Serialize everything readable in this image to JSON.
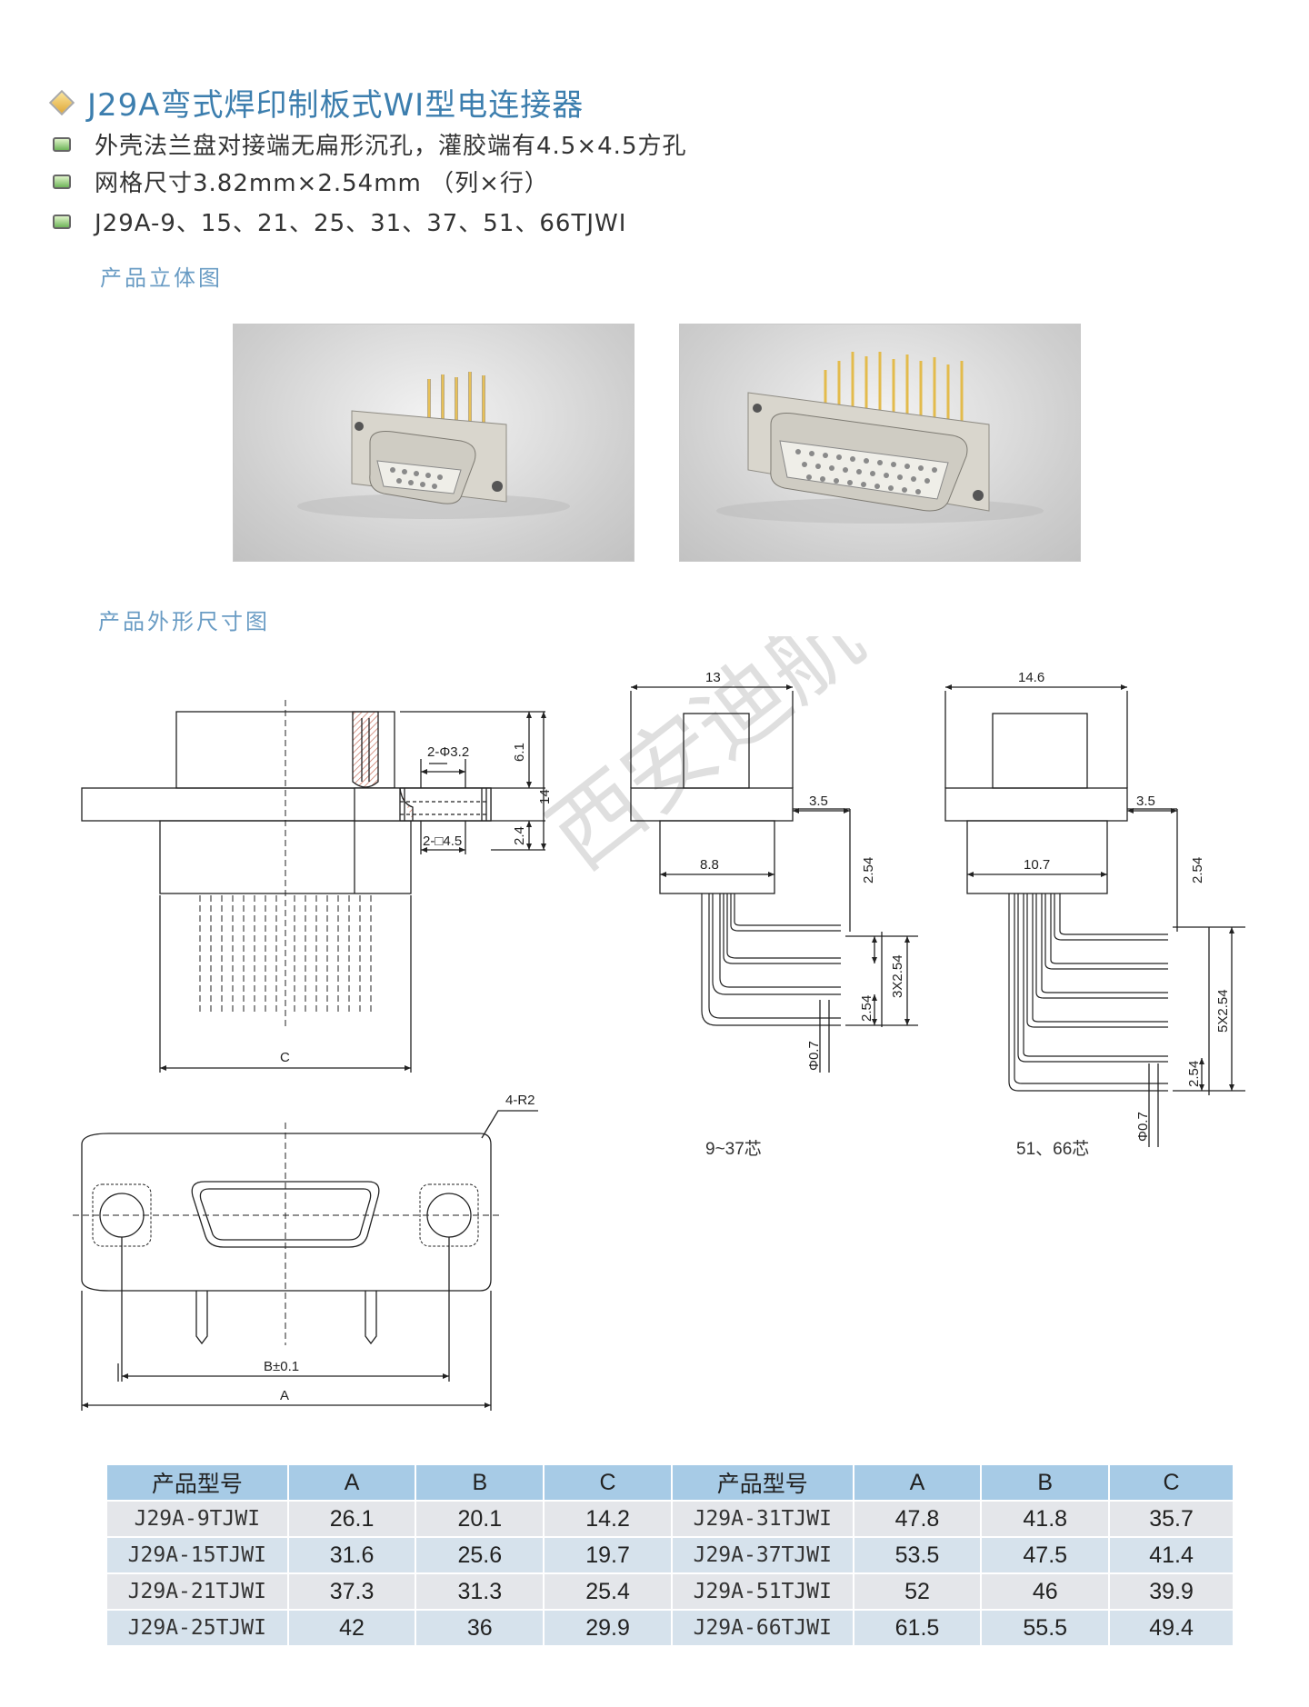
{
  "title": "J29A弯式焊印制板式WI型电连接器",
  "features": [
    "外壳法兰盘对接端无扁形沉孔，灌胶端有4.5×4.5方孔",
    "网格尺寸3.82mm×2.54mm （列×行）",
    "J29A-9、15、21、25、31、37、51、66TJWI"
  ],
  "sections": {
    "photos": "产品立体图",
    "dimensions": "产品外形尺寸图"
  },
  "watermark": "西安迪航电子",
  "drawing_labels": {
    "hole": "2-Φ3.2",
    "square": "2-□4.5",
    "h61": "6.1",
    "h14": "14",
    "h24": "2.4",
    "c": "C",
    "r2": "4-R2",
    "b": "B±0.1",
    "a": "A",
    "w13": "13",
    "w146": "14.6",
    "d35a": "3.5",
    "d35b": "3.5",
    "w88": "8.8",
    "w107": "10.7",
    "p254a": "2.54",
    "p254b": "2.54",
    "p254c": "2.54",
    "p254d": "2.54",
    "p3x": "3X2.54",
    "p5x": "5X2.54",
    "phi07a": "Φ0.7",
    "phi07b": "Φ0.7",
    "cap1": "9~37芯",
    "cap2": "51、66芯"
  },
  "table": {
    "headers": [
      "产品型号",
      "A",
      "B",
      "C",
      "产品型号",
      "A",
      "B",
      "C"
    ],
    "rows": [
      [
        "J29A-9TJWI",
        "26.1",
        "20.1",
        "14.2",
        "J29A-31TJWI",
        "47.8",
        "41.8",
        "35.7"
      ],
      [
        "J29A-15TJWI",
        "31.6",
        "25.6",
        "19.7",
        "J29A-37TJWI",
        "53.5",
        "47.5",
        "41.4"
      ],
      [
        "J29A-21TJWI",
        "37.3",
        "31.3",
        "25.4",
        "J29A-51TJWI",
        "52",
        "46",
        "39.9"
      ],
      [
        "J29A-25TJWI",
        "42",
        "36",
        "29.9",
        "J29A-66TJWI",
        "61.5",
        "55.5",
        "49.4"
      ]
    ]
  }
}
